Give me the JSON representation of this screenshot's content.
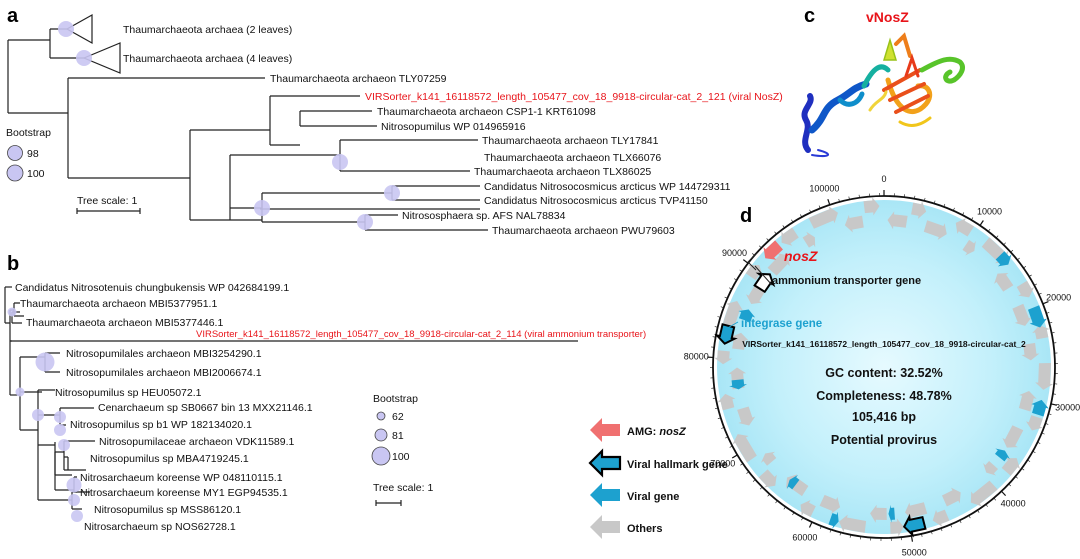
{
  "panels": {
    "a": {
      "label": "a",
      "leaves": [
        "Thaumarchaeota archaea (2 leaves)",
        "Thaumarchaeota archaea (4 leaves)",
        "Thaumarchaeota archaeon TLY07259",
        "VIRSorter_k141_16118572_length_105477_cov_18_9918-circular-cat_2_121 (viral NosZ)",
        "Thaumarchaeota archaeon CSP1-1 KRT61098",
        "Nitrosopumilus WP 014965916",
        "Thaumarchaeota archaeon TLY17841",
        "Thaumarchaeota archaeon TLX66076",
        "Thaumarchaeota archaeon TLX86025",
        "Candidatus Nitrosocosmicus arcticus WP 144729311",
        "Candidatus Nitrosocosmicus arcticus TVP41150",
        "Nitrososphaera sp. AFS NAL78834",
        "Thaumarchaeota archaeon PWU79603"
      ],
      "bootstrap_title": "Bootstrap",
      "bootstrap_values": [
        "98",
        "100"
      ],
      "tree_scale": "Tree scale: 1"
    },
    "b": {
      "label": "b",
      "leaves": [
        "Candidatus Nitrosotenuis chungbukensis WP 042684199.1",
        "Thaumarchaeota archaeon MBI5377951.1",
        "Thaumarchaeota archaeon MBI5377446.1",
        "VIRSorter_k141_16118572_length_105477_cov_18_9918-circular-cat_2_114 (viral ammonium transporter)",
        "Nitrosopumilales archaeon MBI3254290.1",
        "Nitrosopumilales archaeon MBI2006674.1",
        "Nitrosopumilus sp HEU05072.1",
        "Cenarchaeum sp SB0667 bin 13 MXX21146.1",
        "Nitrosopumilus sp b1 WP 182134020.1",
        "Nitrosopumilaceae archaeon VDK11589.1",
        "Nitrosopumilus sp MBA4719245.1",
        "Nitrosarchaeum koreense WP 048110115.1",
        "Nitrosarchaeum koreense MY1 EGP94535.1",
        "Nitrosopumilus sp MSS86120.1",
        "Nitrosarchaeum sp NOS62728.1"
      ],
      "bootstrap_title": "Bootstrap",
      "bootstrap_values": [
        "62",
        "81",
        "100"
      ],
      "tree_scale": "Tree scale: 1"
    },
    "c": {
      "label": "c",
      "title": "vNosZ"
    },
    "d": {
      "label": "d",
      "annotations": {
        "nosz": "nosZ",
        "ammonium": "ammonium transporter gene",
        "integrase": "integrase gene"
      },
      "center": {
        "contig": "VIRSorter_k141_16118572_length_105477_cov_18_9918-circular-cat_2",
        "gc": "GC content: 32.52%",
        "completeness": "Completeness: 48.78%",
        "length": "105,416 bp",
        "status": "Potential provirus"
      },
      "ticks": [
        "0",
        "10000",
        "20000",
        "30000",
        "40000",
        "50000",
        "60000",
        "70000",
        "80000",
        "90000",
        "100000"
      ],
      "legend": [
        {
          "prefix": "AMG: ",
          "italic": "nosZ",
          "color": "#f07070"
        },
        {
          "prefix": "Viral hallmark gene",
          "italic": "",
          "color": "#1da1cf"
        },
        {
          "prefix": "Viral gene",
          "italic": "",
          "color": "#1da1cf"
        },
        {
          "prefix": "Others",
          "italic": "",
          "color": "#c8c8c8"
        }
      ]
    }
  },
  "colors": {
    "highlight": "#e8141a",
    "bootstrap_fill": "#c9c6f2",
    "viral": "#1da1cf",
    "amg": "#f07070",
    "other": "#c8c8c8"
  }
}
